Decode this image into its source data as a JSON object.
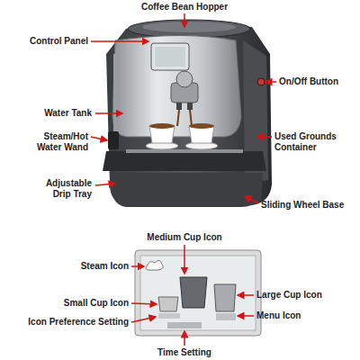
{
  "diagram": {
    "labels": [
      "Coffee Bean Hopper",
      "Control Panel",
      "On/Off Button",
      "Water Tank",
      "Steam/Hot Water Wand",
      "Used Grounds Container",
      "Adjustable Drip Tray",
      "Sliding Wheel Base",
      "Medium Cup Icon",
      "Steam Icon",
      "Large Cup Icon",
      "Small Cup Icon",
      "Icon Preference Setting",
      "Menu Icon",
      "Time Setting"
    ]
  }
}
